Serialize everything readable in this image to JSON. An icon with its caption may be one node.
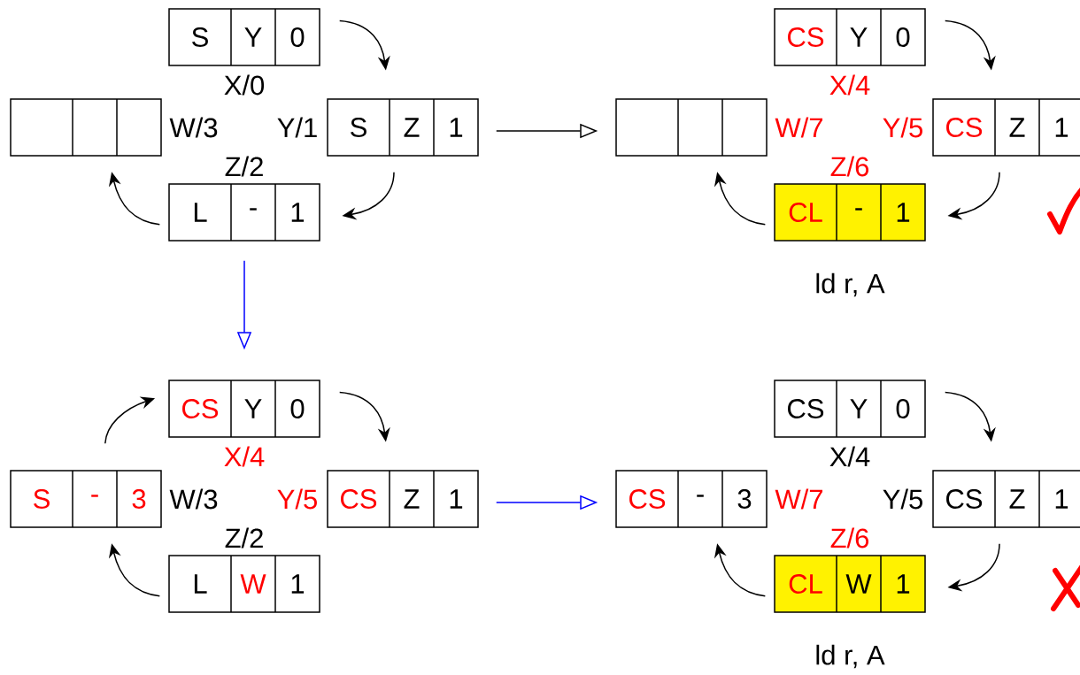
{
  "diagram": {
    "nodes": [
      {
        "text": [
          "S",
          "Y",
          "0"
        ]
      },
      {
        "text": [],
        "shape": "box"
      },
      {
        "text": [
          "S",
          "Z",
          "1"
        ]
      },
      {
        "text": [
          "L",
          "-",
          "1"
        ]
      },
      {
        "text": [
          "CS",
          "Y",
          "0"
        ]
      },
      {
        "text": [],
        "shape": "box"
      },
      {
        "text": [
          "CS",
          "Z",
          "1"
        ]
      },
      {
        "text": [
          "CL",
          "-",
          "1"
        ]
      },
      {
        "text": [
          "CS",
          "Y",
          "0"
        ]
      },
      {
        "text": [
          "S",
          "-",
          "3"
        ]
      },
      {
        "text": [
          "CS",
          "Z",
          "1"
        ]
      },
      {
        "text": [
          "L",
          "W",
          "1"
        ]
      },
      {
        "text": [
          "CS",
          "Y",
          "0"
        ]
      },
      {
        "text": [
          "CS",
          "-",
          "3"
        ]
      },
      {
        "text": [
          "CS",
          "Z",
          "1"
        ]
      },
      {
        "text": [
          "CL",
          "W",
          "1"
        ]
      }
    ],
    "edges": [
      {
        "from": 0,
        "to": 2,
        "arrow": "to"
      },
      {
        "from": 2,
        "to": 3,
        "arrow": "to"
      },
      {
        "from": 3,
        "to": 1,
        "arrow": "to"
      },
      {
        "from": 4,
        "to": 6,
        "arrow": "to"
      },
      {
        "from": 6,
        "to": 7,
        "arrow": "to"
      },
      {
        "from": 7,
        "to": 5,
        "arrow": "to"
      },
      {
        "from": 9,
        "to": 8,
        "arrow": "to"
      },
      {
        "from": 8,
        "to": 10,
        "arrow": "to"
      },
      {
        "from": 11,
        "to": 9,
        "arrow": "to"
      },
      {
        "from": 12,
        "to": 14,
        "arrow": "to"
      },
      {
        "from": 14,
        "to": 15,
        "arrow": "to"
      },
      {
        "from": 15,
        "to": 13,
        "arrow": "to"
      },
      {
        "from": 2,
        "to": 5,
        "arrow": "to"
      },
      {
        "from": 3,
        "to": 8,
        "arrow": "to",
        "color": "#0000ff"
      },
      {
        "from": 10,
        "to": 13,
        "arrow": "to",
        "color": "#0000ff"
      }
    ],
    "labels": [
      "X/0",
      "W/3",
      "Y/1",
      "Z/2",
      "X/4",
      "W/7",
      "Y/5",
      "Z/6",
      "ld r, A",
      "X/4",
      "W/3",
      "Y/5",
      "Z/2",
      "X/4",
      "W/7",
      "Y/5",
      "Z/6",
      "ld r, A"
    ]
  }
}
